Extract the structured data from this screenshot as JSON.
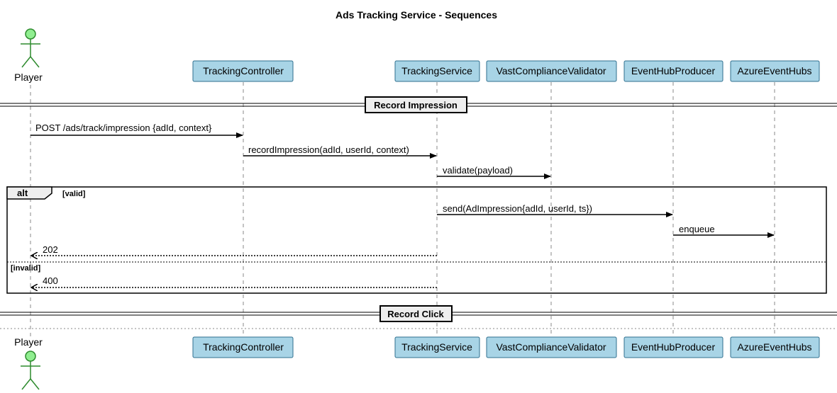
{
  "title": "Ads Tracking Service - Sequences",
  "participants": [
    {
      "id": "player",
      "label": "Player",
      "kind": "actor"
    },
    {
      "id": "controller",
      "label": "TrackingController",
      "kind": "participant"
    },
    {
      "id": "service",
      "label": "TrackingService",
      "kind": "participant"
    },
    {
      "id": "validator",
      "label": "VastComplianceValidator",
      "kind": "participant"
    },
    {
      "id": "producer",
      "label": "EventHubProducer",
      "kind": "participant"
    },
    {
      "id": "hubs",
      "label": "AzureEventHubs",
      "kind": "participant"
    }
  ],
  "dividers": [
    {
      "label": "Record Impression"
    },
    {
      "label": "Record Click"
    }
  ],
  "messages": [
    {
      "from": "player",
      "to": "controller",
      "label": "POST /ads/track/impression {adId, context}",
      "style": "solid"
    },
    {
      "from": "controller",
      "to": "service",
      "label": "recordImpression(adId, userId, context)",
      "style": "solid"
    },
    {
      "from": "service",
      "to": "validator",
      "label": "validate(payload)",
      "style": "solid"
    },
    {
      "from": "service",
      "to": "producer",
      "label": "send(AdImpression{adId, userId, ts})",
      "style": "solid"
    },
    {
      "from": "producer",
      "to": "hubs",
      "label": "enqueue",
      "style": "solid"
    },
    {
      "from": "service",
      "to": "player",
      "label": "202",
      "style": "dashed"
    },
    {
      "from": "service",
      "to": "player",
      "label": "400",
      "style": "dashed"
    }
  ],
  "alt_frame": {
    "keyword": "alt",
    "guard_1": "[valid]",
    "guard_2": "[invalid]"
  },
  "colors": {
    "participant_fill": "#a8d4e6",
    "participant_border": "#2f6f8f",
    "actor_fill": "#90ee90"
  }
}
